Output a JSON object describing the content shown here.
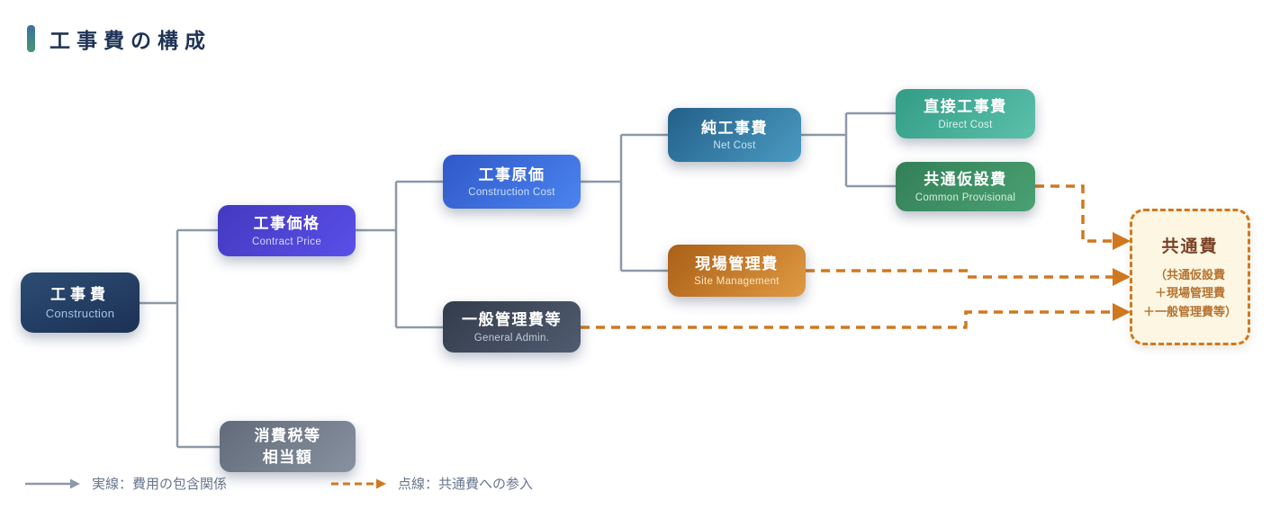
{
  "title": "工事費の構成",
  "nodes": {
    "construction": {
      "label": "工事費",
      "sub": "Construction"
    },
    "contract_price": {
      "label": "工事価格",
      "sub": "Contract Price"
    },
    "construction_cost": {
      "label": "工事原価",
      "sub": "Construction Cost"
    },
    "net_cost": {
      "label": "純工事費",
      "sub": "Net Cost"
    },
    "direct_cost": {
      "label": "直接工事費",
      "sub": "Direct Cost"
    },
    "common_provisional": {
      "label": "共通仮設費",
      "sub": "Common Provisional"
    },
    "site_management": {
      "label": "現場管理費",
      "sub": "Site Management"
    },
    "general_admin": {
      "label": "一般管理費等",
      "sub": "General Admin."
    },
    "consumption_tax": {
      "line1": "消費税等",
      "line2": "相当額"
    },
    "common_cost": {
      "title": "共通費",
      "lines": [
        "（共通仮設費",
        "＋現場管理費",
        "＋一般管理費等）"
      ]
    }
  },
  "legend": {
    "solid_label": "実線：費用の包含関係",
    "dashed_label": "点線：共通費への参入"
  },
  "colors": {
    "title_text": "#1e3356",
    "solid_connector": "#8d99a8",
    "dashed_connector": "#d07820",
    "common_box_bg": "#fdf6e2",
    "common_box_border": "#d07820",
    "common_box_title": "#7b4226"
  }
}
